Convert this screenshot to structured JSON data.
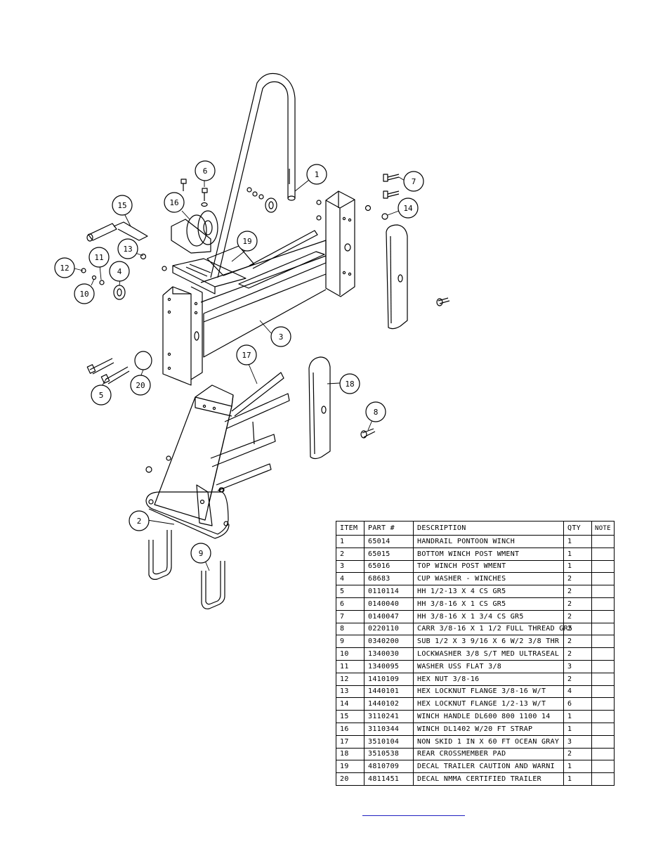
{
  "bom": {
    "headers": [
      "ITEM",
      "PART #",
      "DESCRIPTION",
      "QTY",
      "NOTE"
    ],
    "rows": [
      [
        "1",
        "65014",
        "HANDRAIL PONTOON WINCH",
        "1",
        ""
      ],
      [
        "2",
        "65015",
        "BOTTOM WINCH POST WMENT",
        "1",
        ""
      ],
      [
        "3",
        "65016",
        "TOP WINCH POST WMENT",
        "1",
        ""
      ],
      [
        "4",
        "68683",
        "CUP WASHER - WINCHES",
        "2",
        ""
      ],
      [
        "5",
        "0110114",
        "HH 1/2-13 X 4 CS GR5",
        "2",
        ""
      ],
      [
        "6",
        "0140040",
        "HH 3/8-16 X 1 CS GR5",
        "2",
        ""
      ],
      [
        "7",
        "0140047",
        "HH 3/8-16 X 1 3/4 CS GR5",
        "2",
        ""
      ],
      [
        "8",
        "0220110",
        "CARR 3/8-16 X 1 1/2 FULL THREAD GR5",
        "2",
        ""
      ],
      [
        "9",
        "0340200",
        "SUB 1/2 X 3 9/16 X 6 W/2 3/8 THR",
        "2",
        ""
      ],
      [
        "10",
        "1340030",
        "LOCKWASHER 3/8 S/T MED ULTRASEAL",
        "2",
        ""
      ],
      [
        "11",
        "1340095",
        "WASHER USS FLAT 3/8",
        "3",
        ""
      ],
      [
        "12",
        "1410109",
        "HEX NUT 3/8-16",
        "2",
        ""
      ],
      [
        "13",
        "1440101",
        "HEX LOCKNUT FLANGE 3/8-16 W/T",
        "4",
        ""
      ],
      [
        "14",
        "1440102",
        "HEX LOCKNUT FLANGE 1/2-13 W/T",
        "6",
        ""
      ],
      [
        "15",
        "3110241",
        "WINCH HANDLE   DL600 800 1100 14",
        "1",
        ""
      ],
      [
        "16",
        "3110344",
        "WINCH DL1402 W/20 FT STRAP",
        "1",
        ""
      ],
      [
        "17",
        "3510104",
        "NON SKID 1 IN X 60 FT OCEAN GRAY",
        "3",
        ""
      ],
      [
        "18",
        "3510538",
        "REAR CROSSMEMBER PAD",
        "2",
        ""
      ],
      [
        "19",
        "4810709",
        "DECAL TRAILER CAUTION AND WARNI",
        "1",
        ""
      ],
      [
        "20",
        "4811451",
        "DECAL NMMA CERTIFIED TRAILER",
        "1",
        ""
      ]
    ]
  },
  "balloons": [
    "1",
    "2",
    "3",
    "4",
    "5",
    "6",
    "7",
    "8",
    "9",
    "10",
    "11",
    "12",
    "13",
    "14",
    "15",
    "16",
    "17",
    "18",
    "19",
    "20"
  ]
}
